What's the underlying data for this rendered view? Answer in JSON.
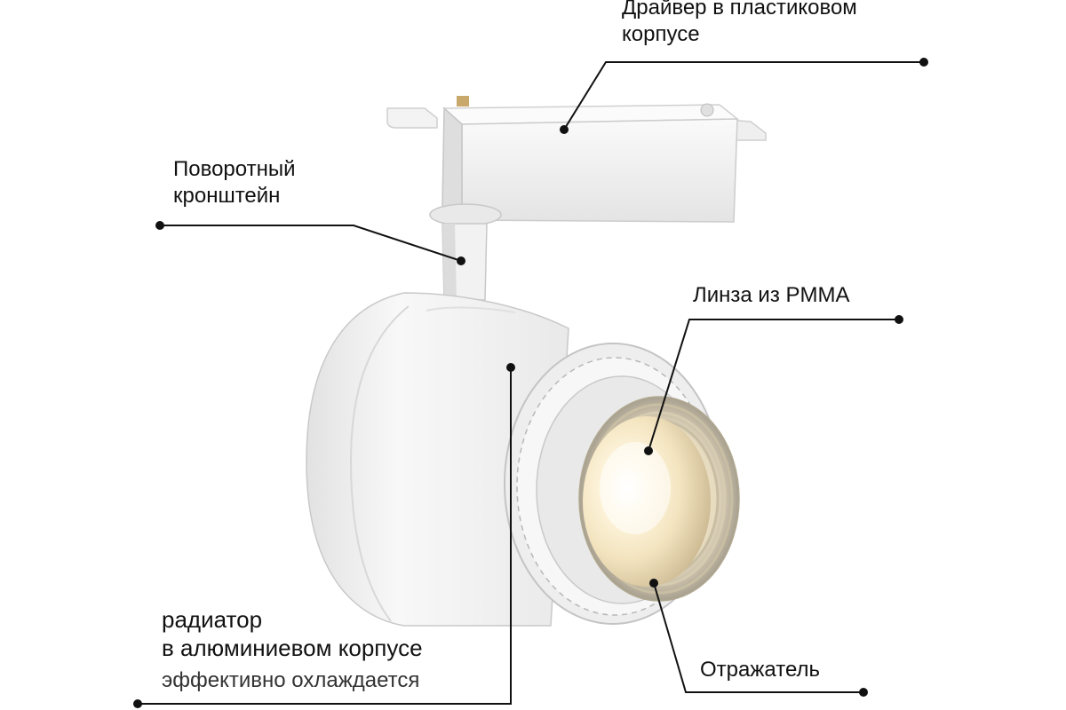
{
  "labels": {
    "driver": [
      "Драйвер в пластиковом",
      "корпусе"
    ],
    "bracket": [
      "Поворотный",
      "кронштейн"
    ],
    "lens": "Линза из PMMA",
    "radiator": [
      "радиатор",
      "в алюминиевом корпусе"
    ],
    "cooling": "эффективно охлаждается",
    "reflector": "Отражатель"
  },
  "colors": {
    "body": "#f4f4f4",
    "outline": "#c9c9c9",
    "leader_line": "#111111",
    "led_glow": "#fff3d6"
  }
}
